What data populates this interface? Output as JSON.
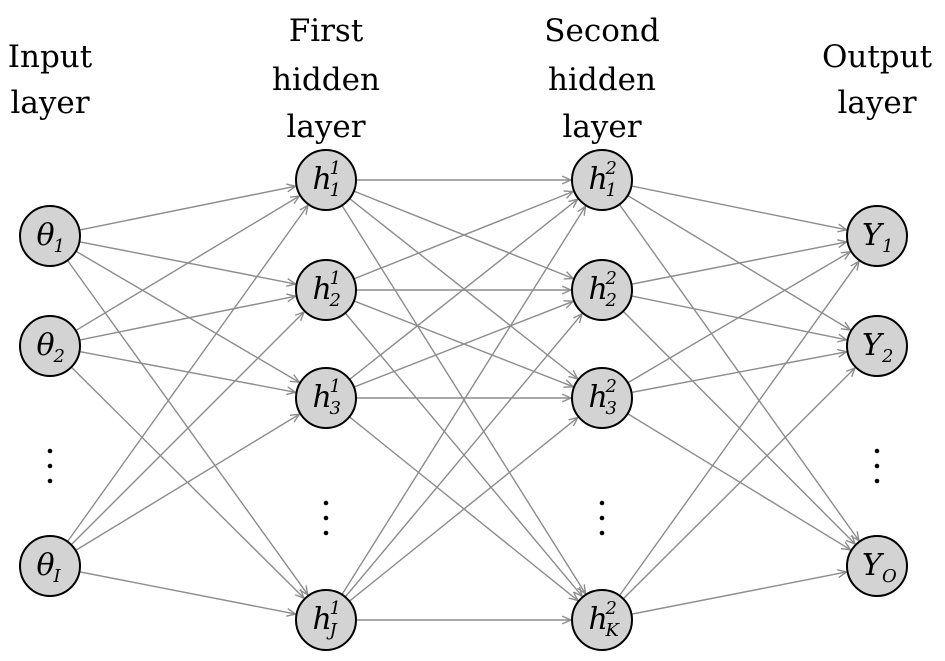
{
  "layers": [
    {
      "id": "input",
      "title_lines": [
        "Input",
        "layer"
      ],
      "nodes": [
        {
          "base": "θ",
          "sub": "1",
          "sup": ""
        },
        {
          "base": "θ",
          "sub": "2",
          "sup": ""
        },
        {
          "ellipsis": true
        },
        {
          "base": "θ",
          "sub": "I",
          "sup": ""
        }
      ]
    },
    {
      "id": "hidden1",
      "title_lines": [
        "First",
        "hidden",
        "layer"
      ],
      "nodes": [
        {
          "base": "h",
          "sub": "1",
          "sup": "1"
        },
        {
          "base": "h",
          "sub": "2",
          "sup": "1"
        },
        {
          "base": "h",
          "sub": "3",
          "sup": "1"
        },
        {
          "ellipsis": true
        },
        {
          "base": "h",
          "sub": "J",
          "sup": "1"
        }
      ]
    },
    {
      "id": "hidden2",
      "title_lines": [
        "Second",
        "hidden",
        "layer"
      ],
      "nodes": [
        {
          "base": "h",
          "sub": "1",
          "sup": "2"
        },
        {
          "base": "h",
          "sub": "2",
          "sup": "2"
        },
        {
          "base": "h",
          "sub": "3",
          "sup": "2"
        },
        {
          "ellipsis": true
        },
        {
          "base": "h",
          "sub": "K",
          "sup": "2"
        }
      ]
    },
    {
      "id": "output",
      "title_lines": [
        "Output",
        "layer"
      ],
      "nodes": [
        {
          "base": "Y",
          "sub": "1",
          "sup": ""
        },
        {
          "base": "Y",
          "sub": "2",
          "sup": ""
        },
        {
          "ellipsis": true
        },
        {
          "base": "Y",
          "sub": "O",
          "sup": ""
        }
      ]
    }
  ],
  "colors": {
    "node_fill": "#d3d3d3",
    "node_stroke": "#000000",
    "edge": "#8c8c8c"
  }
}
